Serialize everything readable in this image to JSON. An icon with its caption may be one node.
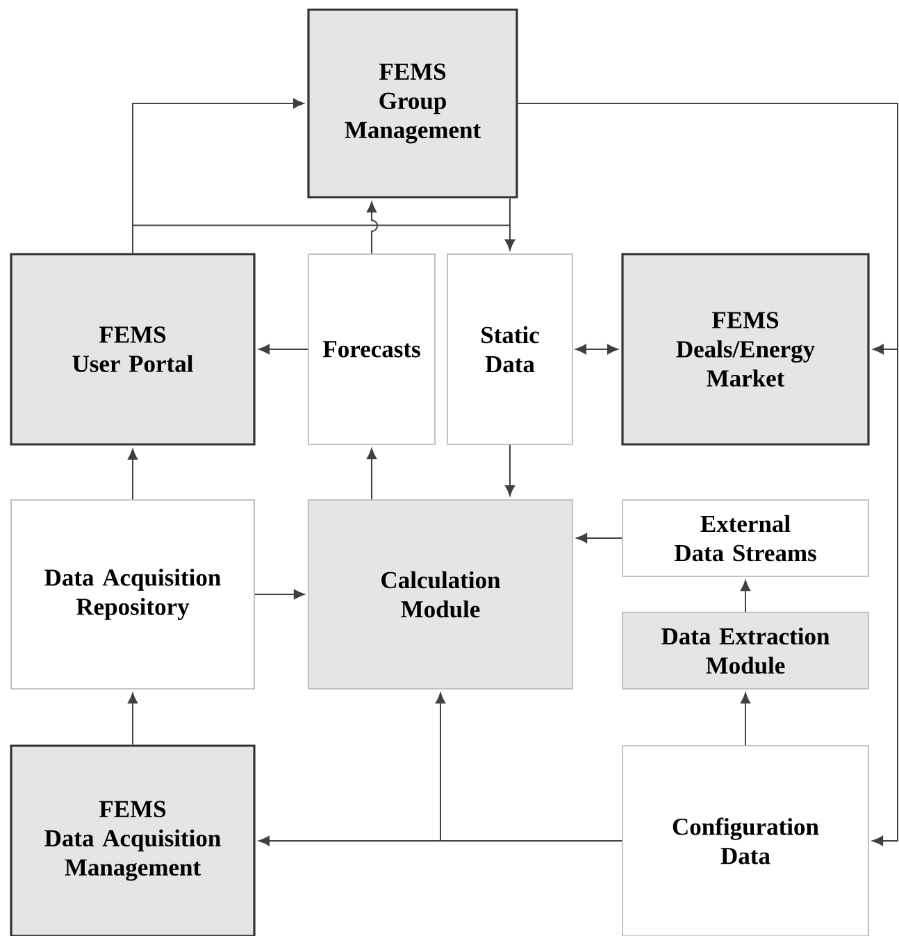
{
  "diagram": {
    "nodes": [
      {
        "text": [
          "FEMS",
          "Group Management"
        ]
      },
      {
        "text": [
          "FEMS",
          "User Portal"
        ]
      },
      {
        "text": [
          "Forecasts"
        ]
      },
      {
        "text": [
          "Static Data"
        ]
      },
      {
        "text": [
          "FEMS",
          "Deals/Energy Market"
        ]
      },
      {
        "text": [
          "Data Acquisition Repository"
        ]
      },
      {
        "text": [
          "Calculation Module"
        ]
      },
      {
        "text": [
          "External Data Streams"
        ]
      },
      {
        "text": [
          "Data Extraction Module"
        ]
      },
      {
        "text": [
          "FEMS",
          "Data Acquisition Management"
        ]
      },
      {
        "text": [
          "Configuration Data"
        ]
      }
    ],
    "edges": [
      {
        "from": 1,
        "to": 0,
        "arrow": "to"
      },
      {
        "from": 1,
        "to": 3,
        "arrow": "to"
      },
      {
        "from": 0,
        "to": 3,
        "arrow": "to"
      },
      {
        "from": 2,
        "to": 0,
        "arrow": "to"
      },
      {
        "from": 2,
        "to": 1,
        "arrow": "to"
      },
      {
        "from": 3,
        "to": 4,
        "arrow": "both"
      },
      {
        "from": 0,
        "to": 4,
        "arrow": "to"
      },
      {
        "from": 0,
        "to": 10,
        "arrow": "to"
      },
      {
        "from": 6,
        "to": 2,
        "arrow": "to"
      },
      {
        "from": 3,
        "to": 6,
        "arrow": "to"
      },
      {
        "from": 7,
        "to": 6,
        "arrow": "to"
      },
      {
        "from": 8,
        "to": 7,
        "arrow": "to"
      },
      {
        "from": 10,
        "to": 8,
        "arrow": "to"
      },
      {
        "from": 10,
        "to": 9,
        "arrow": "to"
      },
      {
        "from": 10,
        "to": 6,
        "arrow": "to"
      },
      {
        "from": 5,
        "to": 6,
        "arrow": "to"
      },
      {
        "from": 9,
        "to": 5,
        "arrow": "to"
      },
      {
        "from": 5,
        "to": 1,
        "arrow": "to"
      }
    ]
  }
}
